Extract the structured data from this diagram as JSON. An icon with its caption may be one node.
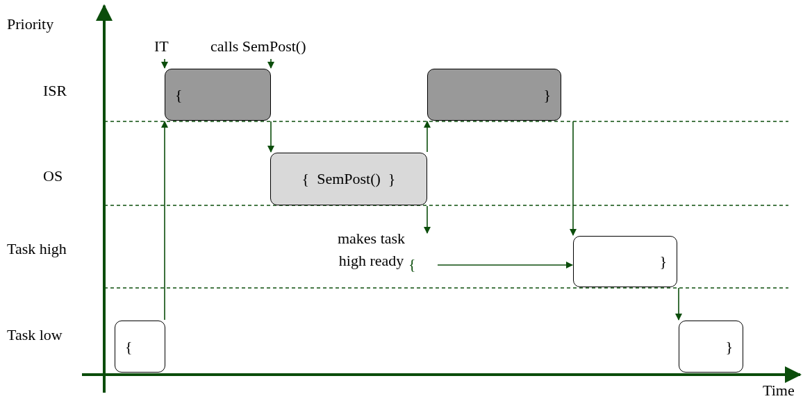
{
  "diagram": {
    "nodes": [
      {
        "text": [
          "{"
        ]
      },
      {
        "text": [
          "{  SemPost()  }"
        ]
      },
      {
        "text": [
          "}"
        ]
      },
      {
        "text": [
          "}"
        ]
      },
      {
        "text": [
          "{"
        ]
      },
      {
        "text": [
          "}"
        ]
      },
      {
        "text": [
          "{"
        ]
      },
      {
        "text": [
          "IT"
        ]
      },
      {
        "text": [
          "calls SemPost()"
        ]
      }
    ],
    "edges": [
      {
        "from": 7,
        "to": 0,
        "arrow": "to"
      },
      {
        "from": 8,
        "to": 0,
        "arrow": "to"
      },
      {
        "from": 4,
        "to": 0,
        "arrow": "to"
      },
      {
        "from": 0,
        "to": 1,
        "arrow": "to"
      },
      {
        "from": 1,
        "to": 2,
        "arrow": "to"
      },
      {
        "from": 1,
        "to": null,
        "arrow": "to"
      },
      {
        "from": 6,
        "to": 3,
        "arrow": "to"
      },
      {
        "from": 2,
        "to": 3,
        "arrow": "to"
      },
      {
        "from": 3,
        "to": 5,
        "arrow": "to"
      }
    ],
    "labels": [
      "Priority",
      "ISR",
      "OS",
      "Task high",
      "Task low",
      "makes task high ready",
      "Time"
    ]
  }
}
